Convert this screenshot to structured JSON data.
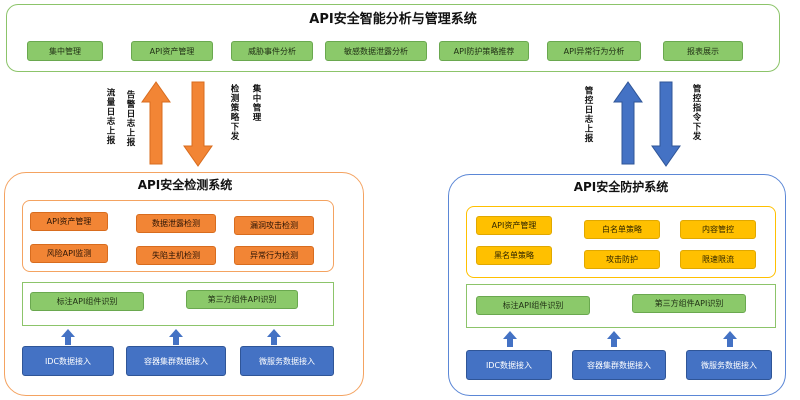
{
  "top": {
    "title": "API安全智能分析与管理系统",
    "modules": [
      "集中管理",
      "API资产管理",
      "威胁事件分析",
      "敏感数据泄露分析",
      "API防护策略推荐",
      "API异常行为分析",
      "报表展示"
    ]
  },
  "left_arrows": {
    "up1": "流量日志上报",
    "up2": "告警日志上报",
    "down1": "检测策略下发",
    "down2": "集中管理"
  },
  "right_arrows": {
    "up": "管控日志上报",
    "down": "管控指令下发"
  },
  "detect": {
    "title": "API安全检测系统",
    "functions": [
      "API资产管理",
      "数据泄露检测",
      "漏洞攻击检测",
      "风险API监测",
      "失陷主机检测",
      "异常行为检测"
    ],
    "components": [
      "标注API组件识别",
      "第三方组件API识别"
    ],
    "inputs": [
      "IDC数据接入",
      "容器集群数据接入",
      "微服务数据接入"
    ]
  },
  "protect": {
    "title": "API安全防护系统",
    "functions": [
      "API资产管理",
      "白名单策略",
      "内容管控",
      "黑名单策略",
      "攻击防护",
      "限速限流"
    ],
    "components": [
      "标注API组件识别",
      "第三方组件API识别"
    ],
    "inputs": [
      "IDC数据接入",
      "容器集群数据接入",
      "微服务数据接入"
    ]
  },
  "colors": {
    "green": "#8bc96a",
    "orange": "#f28535",
    "yellow": "#ffc000",
    "blue": "#4472c4"
  }
}
